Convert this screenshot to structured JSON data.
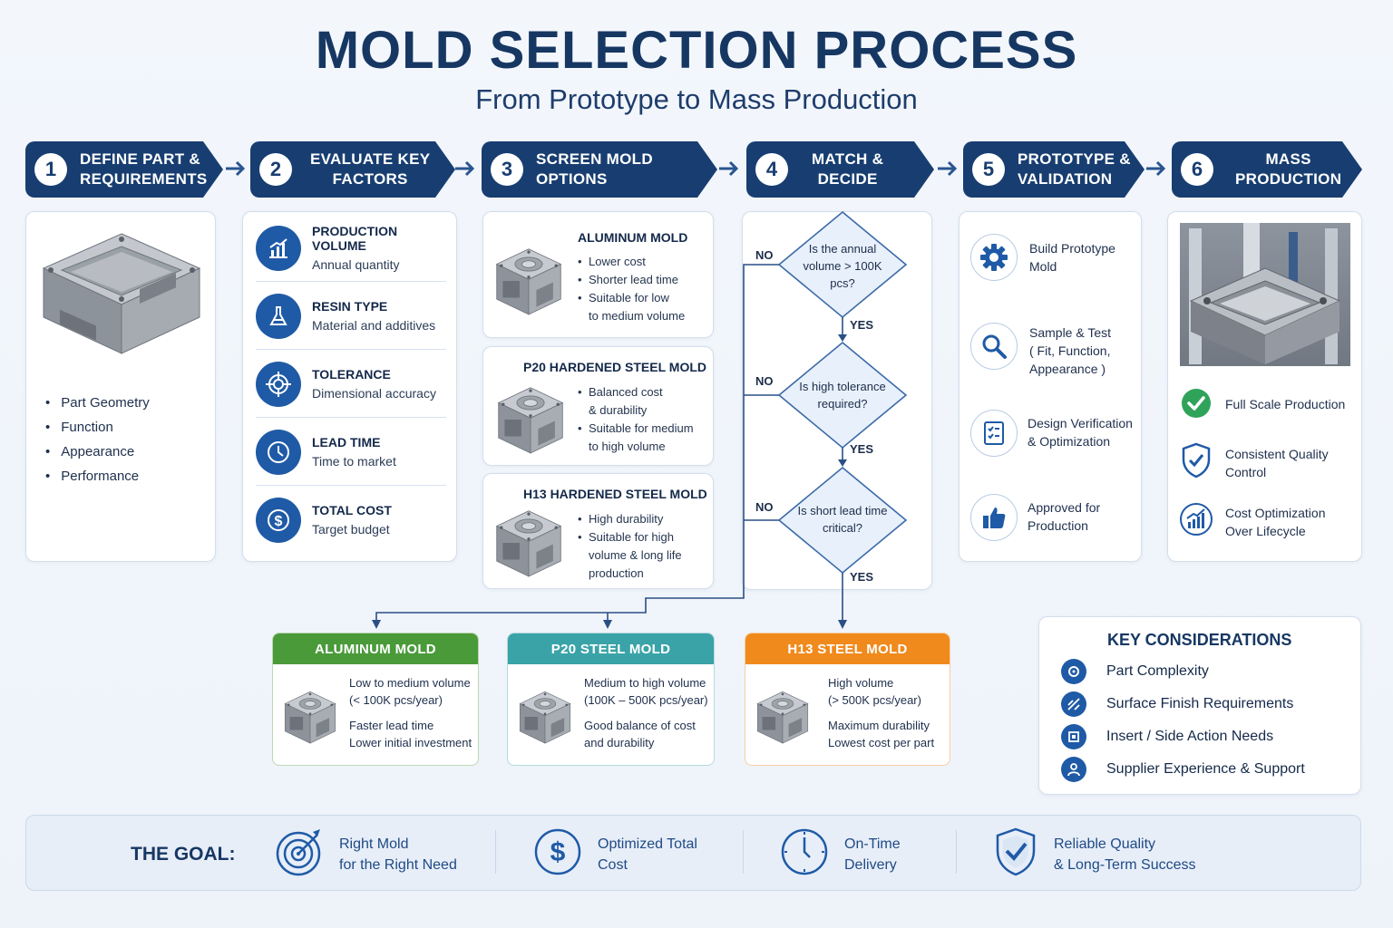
{
  "header": {
    "title": "MOLD SELECTION PROCESS",
    "subtitle": "From Prototype to Mass Production"
  },
  "steps": [
    {
      "num": "1",
      "label": "DEFINE PART &\nREQUIREMENTS"
    },
    {
      "num": "2",
      "label": "EVALUATE KEY\nFACTORS"
    },
    {
      "num": "3",
      "label": "SCREEN MOLD\nOPTIONS"
    },
    {
      "num": "4",
      "label": "MATCH &\nDECIDE"
    },
    {
      "num": "5",
      "label": "PROTOTYPE &\nVALIDATION"
    },
    {
      "num": "6",
      "label": "MASS\nPRODUCTION"
    }
  ],
  "step1": {
    "items": [
      "Part Geometry",
      "Function",
      "Appearance",
      "Performance"
    ]
  },
  "step2": {
    "factors": [
      {
        "title": "PRODUCTION VOLUME",
        "desc": "Annual quantity",
        "icon": "bar-chart-icon"
      },
      {
        "title": "RESIN TYPE",
        "desc": "Material and additives",
        "icon": "flask-icon"
      },
      {
        "title": "TOLERANCE",
        "desc": "Dimensional accuracy",
        "icon": "target-icon"
      },
      {
        "title": "LEAD TIME",
        "desc": "Time to market",
        "icon": "clock-icon"
      },
      {
        "title": "TOTAL COST",
        "desc": "Target budget",
        "icon": "dollar-icon"
      }
    ]
  },
  "step3": {
    "options": [
      {
        "title": "ALUMINUM MOLD",
        "items": [
          "Lower cost",
          "Shorter lead time",
          "Suitable for low\nto medium volume"
        ]
      },
      {
        "title": "P20 HARDENED STEEL MOLD",
        "items": [
          "Balanced cost\n& durability",
          "Suitable for medium\nto high volume"
        ]
      },
      {
        "title": "H13 HARDENED STEEL MOLD",
        "items": [
          "High durability",
          "Suitable for high\nvolume & long life\nproduction"
        ]
      }
    ]
  },
  "step4": {
    "questions": [
      "Is the annual\nvolume > 100K\npcs?",
      "Is high tolerance\nrequired?",
      "Is short lead time\ncritical?"
    ],
    "yes": "YES",
    "no": "NO"
  },
  "step5": {
    "items": [
      {
        "text": "Build Prototype\nMold",
        "icon": "gear-icon"
      },
      {
        "text": "Sample & Test\n( Fit, Function,\nAppearance )",
        "icon": "magnifier-icon"
      },
      {
        "text": "Design Verification\n& Optimization",
        "icon": "checklist-icon"
      },
      {
        "text": "Approved for\nProduction",
        "icon": "thumbs-up-icon"
      }
    ]
  },
  "step6": {
    "items": [
      {
        "text": "Full Scale Production",
        "icon": "check-circle-icon"
      },
      {
        "text": "Consistent Quality\nControl",
        "icon": "shield-check-icon"
      },
      {
        "text": "Cost Optimization\nOver Lifecycle",
        "icon": "growth-chart-icon"
      }
    ]
  },
  "results": [
    {
      "title": "ALUMINUM MOLD",
      "line1": "Low to medium volume\n(< 100K pcs/year)",
      "line2": "Faster lead time\nLower initial investment",
      "color": "#4a9a3a"
    },
    {
      "title": "P20 STEEL MOLD",
      "line1": "Medium to high volume\n(100K – 500K pcs/year)",
      "line2": "Good balance of cost\nand durability",
      "color": "#3aa3a8"
    },
    {
      "title": "H13 STEEL MOLD",
      "line1": "High volume\n(> 500K pcs/year)",
      "line2": "Maximum durability\nLowest cost per part",
      "color": "#f08a1c"
    }
  ],
  "key_considerations": {
    "title": "KEY CONSIDERATIONS",
    "items": [
      "Part Complexity",
      "Surface Finish Requirements",
      "Insert / Side Action Needs",
      "Supplier Experience & Support"
    ]
  },
  "goal": {
    "label": "THE GOAL:",
    "items": [
      {
        "text": "Right Mold\nfor the Right Need",
        "icon": "bullseye-icon"
      },
      {
        "text": "Optimized Total\nCost",
        "icon": "dollar-icon"
      },
      {
        "text": "On-Time\nDelivery",
        "icon": "clock-icon"
      },
      {
        "text": "Reliable Quality\n& Long-Term Success",
        "icon": "shield-check-icon"
      }
    ]
  },
  "colors": {
    "primary": "#183e71",
    "accent": "#1f5aa6"
  }
}
